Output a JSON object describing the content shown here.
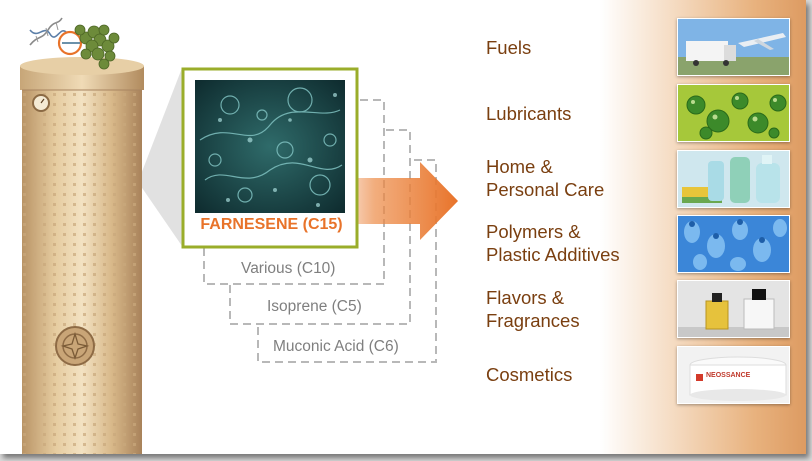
{
  "products": [
    {
      "label": "Fuels",
      "icon": "truck-airplane-photo"
    },
    {
      "label": "Lubricants",
      "icon": "green-bubbles-photo"
    },
    {
      "label": "Home &\nPersonal Care",
      "icon": "cleaning-bottles-photo"
    },
    {
      "label": "Polymers &\nPlastic Additives",
      "icon": "plastic-bottles-photo"
    },
    {
      "label": "Flavors &\nFragrances",
      "icon": "perfume-bottles-photo"
    },
    {
      "label": "Cosmetics",
      "icon": "cream-jar-photo"
    }
  ],
  "molecules": {
    "primary": "FARNESENE (C15)",
    "others": [
      "Various (C10)",
      "Isoprene (C5)",
      "Muconic Acid (C6)"
    ]
  },
  "jar_brand": "NEOSSANCE",
  "colors": {
    "accent_orange": "#e8732a",
    "frame_green": "#9aad2a",
    "label_brown": "#7a3f10",
    "tank": "#d9b98a"
  }
}
